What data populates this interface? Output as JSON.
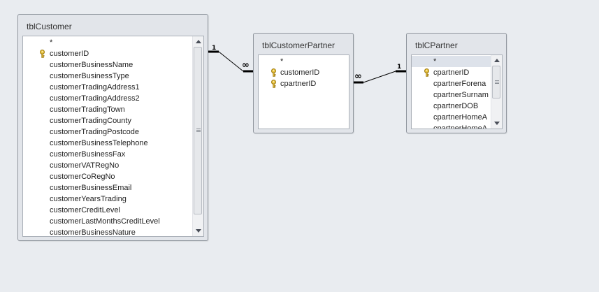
{
  "tables": {
    "customer": {
      "title": "tblCustomer",
      "fields": [
        "*",
        "customerID",
        "customerBusinessName",
        "customerBusinessType",
        "customerTradingAddress1",
        "customerTradingAddress2",
        "customerTradingTown",
        "customerTradingCounty",
        "customerTradingPostcode",
        "customerBusinessTelephone",
        "customerBusinessFax",
        "customerVATRegNo",
        "customerCoRegNo",
        "customerBusinessEmail",
        "customerYearsTrading",
        "customerCreditLevel",
        "customerLastMonthsCreditLevel",
        "customerBusinessNature"
      ],
      "key_fields": [
        "customerID"
      ]
    },
    "customer_partner": {
      "title": "tblCustomerPartner",
      "fields": [
        "*",
        "customerID",
        "cpartnerID"
      ],
      "key_fields": [
        "customerID",
        "cpartnerID"
      ]
    },
    "cpartner": {
      "title": "tblCPartner",
      "fields": [
        "*",
        "cpartnerID",
        "cpartnerForena",
        "cpartnerSurnam",
        "cpartnerDOB",
        "cpartnerHomeA",
        "cpartnerHomeA"
      ],
      "key_fields": [
        "cpartnerID"
      ]
    }
  },
  "relationships": {
    "customer_to_partner": {
      "one_label": "1",
      "many_label": "∞"
    },
    "cpartner_to_partner": {
      "one_label": "1",
      "many_label": "∞"
    }
  },
  "icons": {
    "primary_key": "key-icon",
    "scroll_up": "scroll-up-arrow-icon",
    "scroll_down": "scroll-down-arrow-icon"
  },
  "colors": {
    "canvas": "#e9ecf0",
    "window": "#e2e5ea",
    "key": "#d9b233",
    "line": "#000000"
  }
}
